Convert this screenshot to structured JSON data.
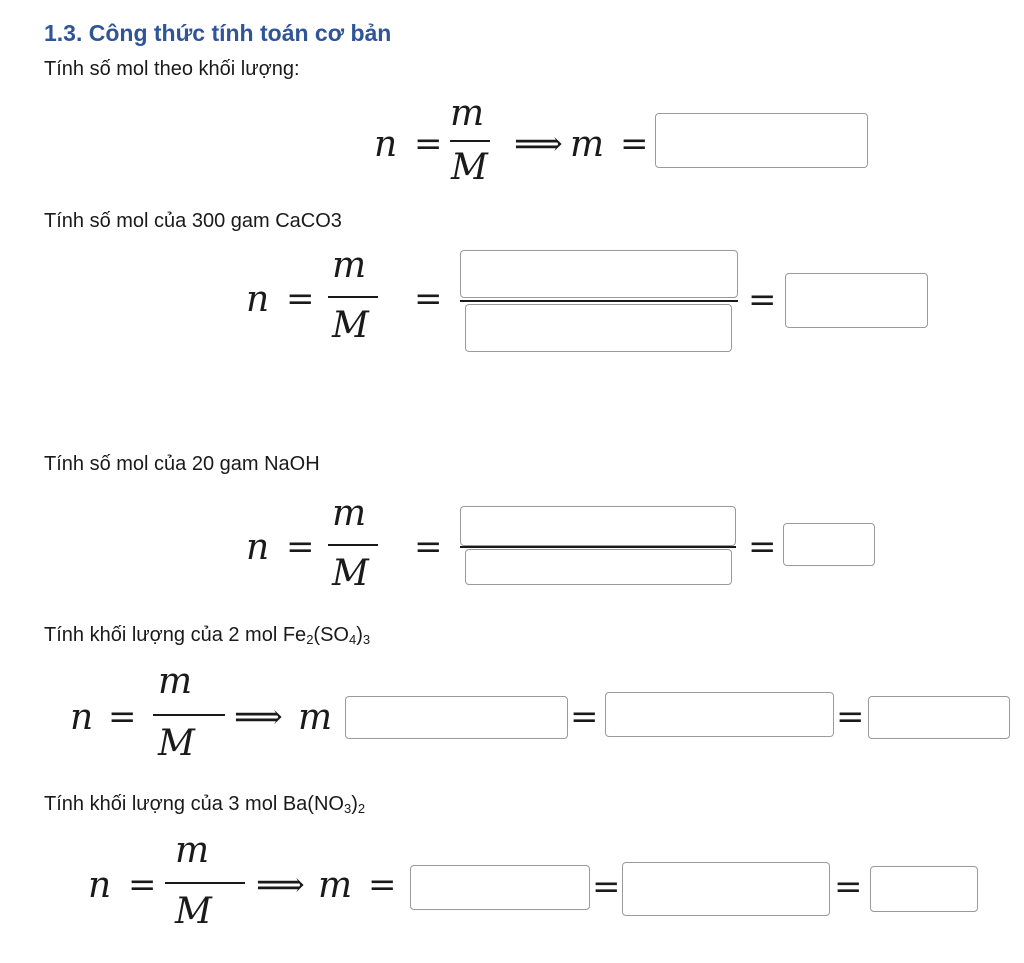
{
  "heading": "1.3.   Công thức tính toán cơ bản",
  "sections": [
    {
      "label": "Tính số mol theo khối lượng:"
    },
    {
      "label": "Tính số mol của 300 gam CaCO3"
    },
    {
      "label": "Tính số mol của 20 gam NaOH"
    },
    {
      "label_prefix": "Tính khối lượng của 2 mol Fe",
      "sub1": "2",
      "mid": "(SO",
      "sub2": "4",
      "end": ")",
      "sub3": "3"
    },
    {
      "label_prefix": "Tính khối lượng của 3 mol Ba(NO",
      "sub1": "3",
      "mid": ")",
      "sub2": "2"
    }
  ],
  "symbols": {
    "n": "n",
    "m": "m",
    "M": "M",
    "eq": "=",
    "implies": "⟹"
  }
}
